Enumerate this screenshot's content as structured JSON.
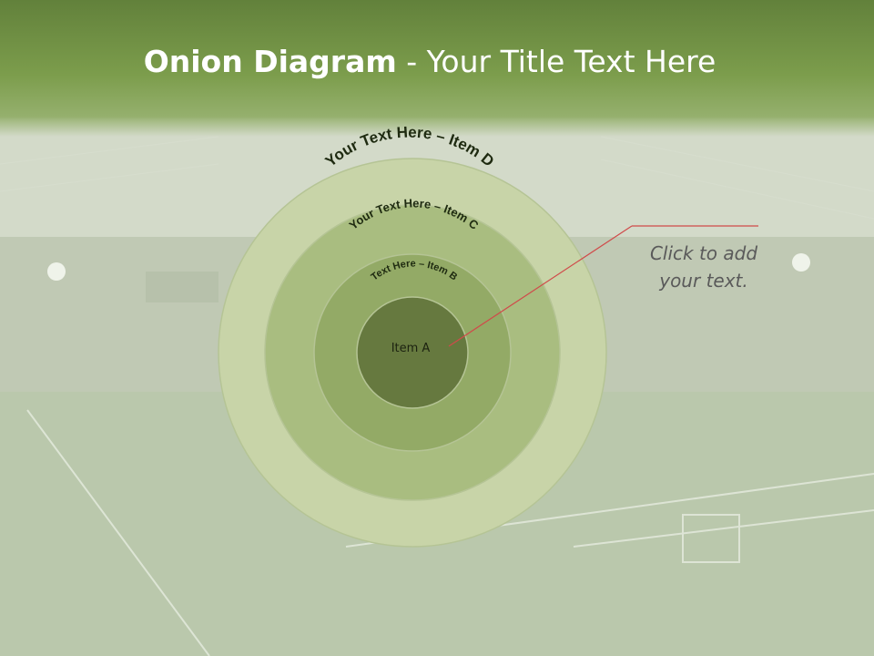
{
  "slide": {
    "title_bold": "Onion Diagram",
    "title_rest": " - Your Title Text Here"
  },
  "diagram": {
    "type": "onion",
    "rings": [
      {
        "label": "Item A",
        "color": "#66793f"
      },
      {
        "label": "Text Here – Item B",
        "color": "#93aa66"
      },
      {
        "label": "Your Text Here – Item C",
        "color": "#a9bd80"
      },
      {
        "label": "Your Text Here – Item D",
        "color": "#c8d4a8"
      }
    ],
    "outline_color": "#b5c495"
  },
  "callout": {
    "line1": "Click  to add",
    "line2": "your text.",
    "line_color": "#d04a4a"
  },
  "theme": {
    "header_color": "#6b8a40",
    "title_color": "#ffffff"
  }
}
